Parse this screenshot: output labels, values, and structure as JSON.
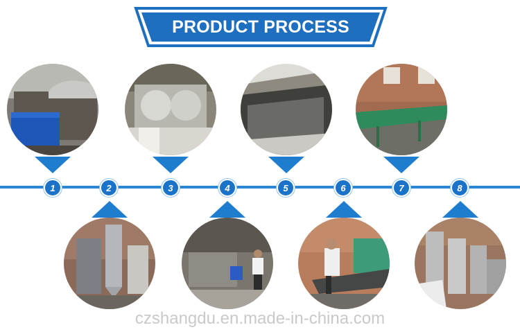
{
  "banner": {
    "title": "PRODUCT PROCESS",
    "color": "#1f6fc0"
  },
  "timeline": {
    "color": "#2b86d6"
  },
  "steps": [
    {
      "number": "1",
      "photo": "rubber-stockpile-bin"
    },
    {
      "number": "2",
      "photo": "dust-collector-tower"
    },
    {
      "number": "3",
      "photo": "mixing-mill"
    },
    {
      "number": "4",
      "photo": "workshop-worker"
    },
    {
      "number": "5",
      "photo": "powder-pit"
    },
    {
      "number": "6",
      "photo": "conveyor-operator"
    },
    {
      "number": "7",
      "photo": "green-conveyor-table"
    },
    {
      "number": "8",
      "photo": "steel-tanks"
    }
  ],
  "watermark": "czshangdu.en.made-in-china.com"
}
